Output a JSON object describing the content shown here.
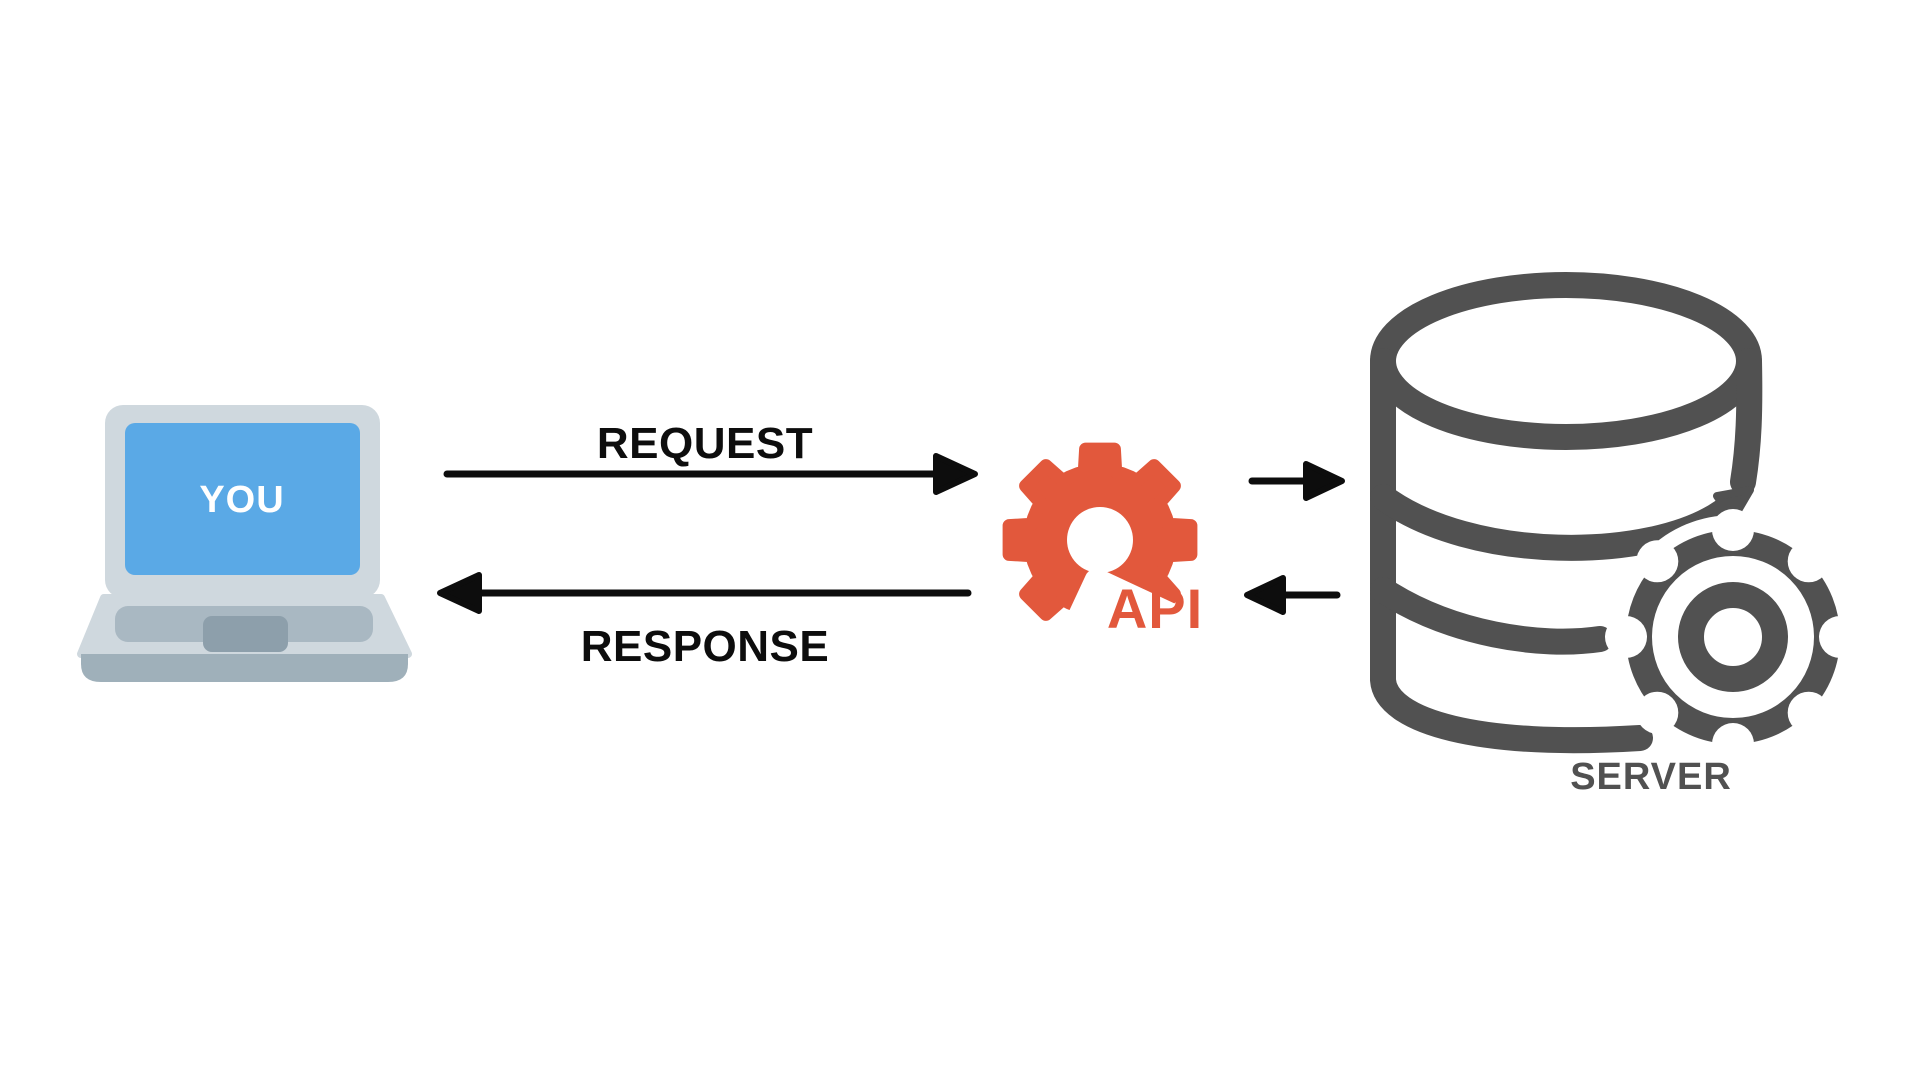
{
  "diagram": {
    "type": "api-flow-diagram",
    "background_color": "#ffffff",
    "nodes": {
      "client": {
        "label": "YOU",
        "icon": "laptop-icon",
        "screen_color": "#5aa9e6",
        "body_color": "#cfd8de",
        "keyboard_color": "#a9b8c2",
        "trackpad_color": "#8d9fab",
        "base_bar_color": "#9fb0ba",
        "label_color": "#ffffff"
      },
      "api": {
        "label": "API",
        "icon": "gear-icon",
        "color": "#e2583c"
      },
      "server": {
        "label": "SERVER",
        "icon": "database-gear-icon",
        "color": "#515151"
      }
    },
    "flows": {
      "request": {
        "label": "REQUEST",
        "from": "client",
        "to": "api",
        "color": "#0d0d0d"
      },
      "response": {
        "label": "RESPONSE",
        "from": "api",
        "to": "client",
        "color": "#0d0d0d"
      },
      "api_to_server": {
        "label": "",
        "from": "api",
        "to": "server",
        "color": "#0d0d0d"
      },
      "server_to_api": {
        "label": "",
        "from": "server",
        "to": "api",
        "color": "#0d0d0d"
      }
    }
  }
}
